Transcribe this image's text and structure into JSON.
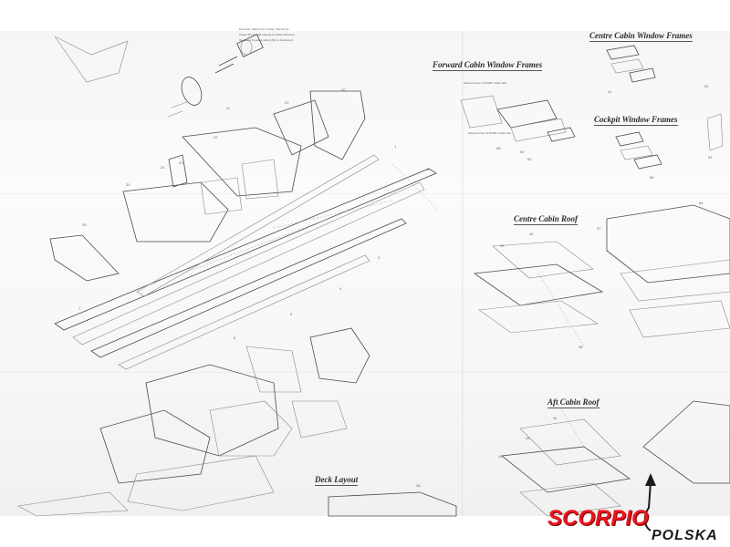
{
  "document": {
    "sections": {
      "forward_cabin_window_frames": "Forward Cabin Window Frames",
      "centre_cabin_window_frames": "Centre Cabin Window Frames",
      "cockpit_window_frames": "Cockpit Window Frames",
      "centre_cabin_roof": "Centre Cabin Roof",
      "aft_cabin_roof": "Aft Cabin Roof",
      "deck_layout": "Deck Layout"
    },
    "notes": {
      "motor_note_1": "has been omitted for clarity. The motor",
      "motor_note_2": "mount (F) should already be fitted between",
      "motor_note_3": "the motor housing sides (20) as instructed",
      "inboard_port": "Inboard view of PORT cabin side",
      "inboard_stbd": "Inboard view of PORT cabin side"
    },
    "part_numbers": {
      "p1": "1",
      "p2": "2",
      "p3": "3",
      "p4": "4",
      "p5": "5",
      "p6": "6",
      "p7": "7",
      "p11": "11",
      "p20": "20",
      "p21": "21",
      "p22": "22",
      "p23": "23",
      "p24": "24",
      "p25": "25",
      "p29": "29",
      "p36": "36",
      "p37": "37",
      "p38": "38",
      "p39": "39",
      "p40": "40",
      "p41": "41",
      "p42": "42",
      "p43": "43",
      "p44": "44",
      "p58": "58",
      "p59": "59",
      "p60": "60",
      "p62": "62",
      "p63": "63",
      "p64": "64",
      "p65": "65"
    }
  },
  "watermark": {
    "brand": "SCORPIO",
    "country": "POLSKA",
    "brand_color": "#e8141c",
    "country_color": "#1b1b1b"
  }
}
